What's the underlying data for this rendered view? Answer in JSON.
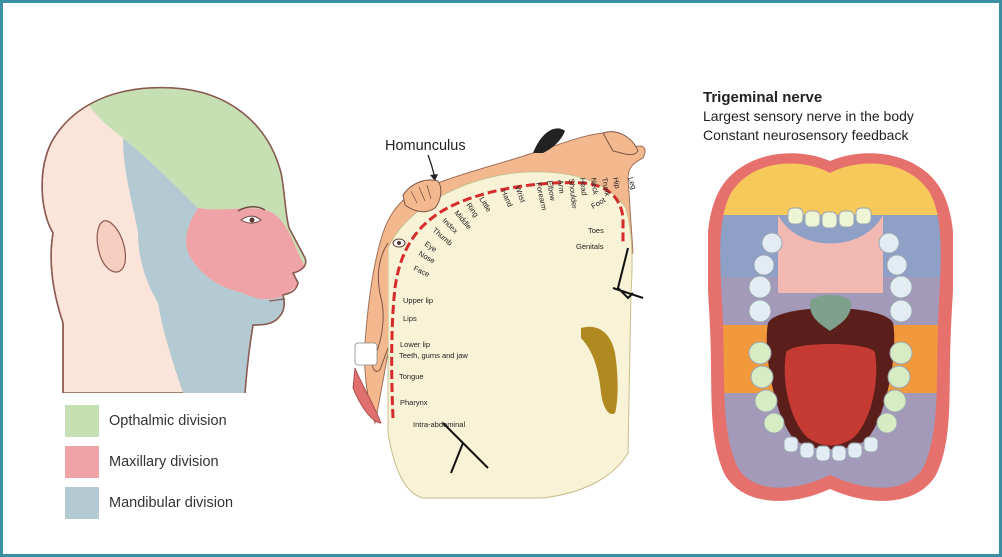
{
  "colors": {
    "border": "#3b8fa3",
    "opthalmic": "#c6e0b4",
    "maxillary": "#f0a3a6",
    "mandibular": "#b4cad3",
    "skin": "#fbe4da",
    "brain": "#f8f2d6"
  },
  "legend": {
    "items": [
      {
        "label": "Opthalmic division",
        "color": "#c6e0b4"
      },
      {
        "label": "Maxillary division",
        "color": "#f0a3a6"
      },
      {
        "label": "Mandibular division",
        "color": "#b4cad3"
      }
    ]
  },
  "homunculus": {
    "label": "Homunculus",
    "body_parts": [
      "Leg",
      "Hip",
      "Trunk",
      "Neck",
      "Head",
      "Shoulder",
      "Arm",
      "Elbow",
      "Forearm",
      "Wrist",
      "Hand",
      "Little",
      "Ring",
      "Middle",
      "Index",
      "Thumb",
      "Eye",
      "Nose",
      "Face"
    ],
    "foot_labels": [
      "Foot",
      "Toes",
      "Genitals"
    ],
    "lower_labels": [
      "Upper lip",
      "Lips",
      "Lower lip",
      "Teeth, gums and jaw",
      "Tongue",
      "Pharynx",
      "Intra-abdominal"
    ]
  },
  "trigeminal": {
    "title": "Trigeminal nerve",
    "lines": [
      "Largest sensory nerve in the body",
      "Constant neurosensory feedback"
    ]
  },
  "icons": [
    "head-profile-icon",
    "homunculus-brain-icon",
    "open-mouth-icon"
  ]
}
